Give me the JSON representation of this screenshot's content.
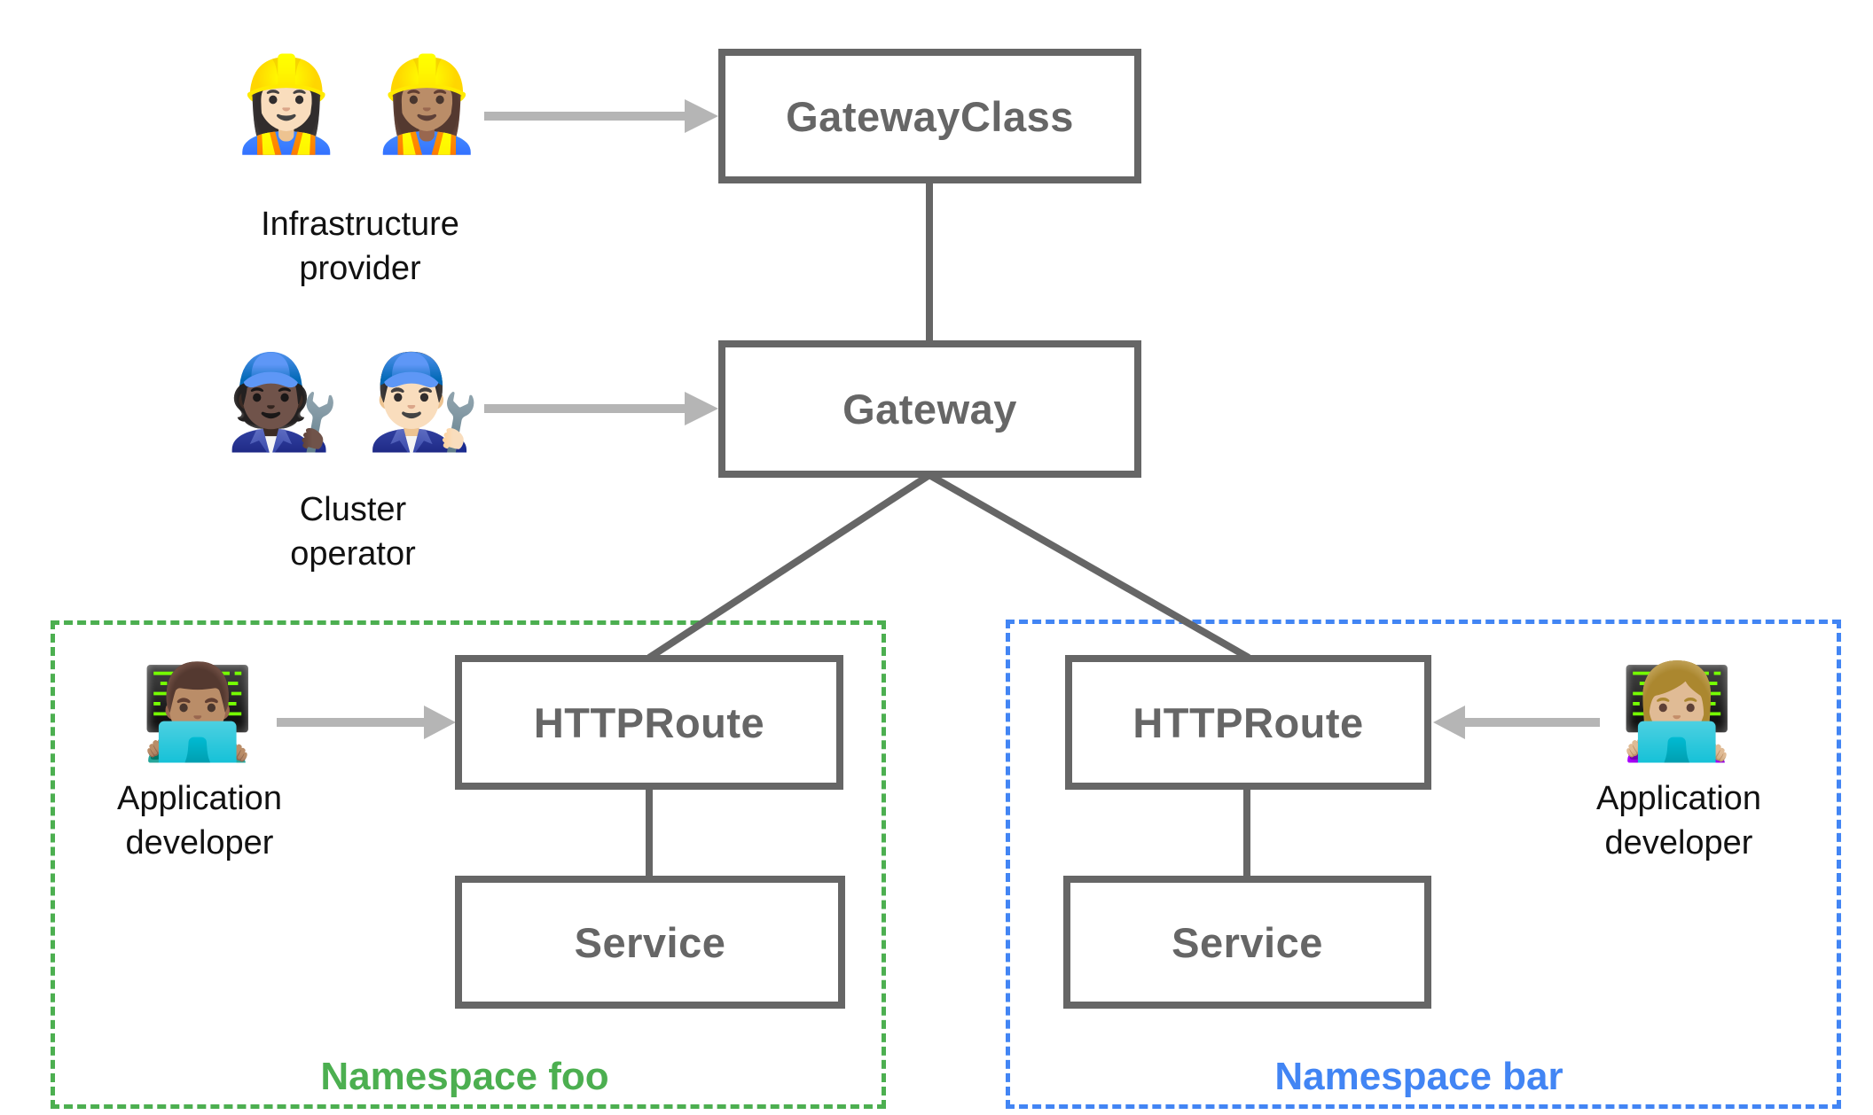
{
  "diagram": {
    "nodes": {
      "gateway_class": {
        "label": "GatewayClass"
      },
      "gateway": {
        "label": "Gateway"
      },
      "httproute_foo": {
        "label": "HTTPRoute"
      },
      "service_foo": {
        "label": "Service"
      },
      "httproute_bar": {
        "label": "HTTPRoute"
      },
      "service_bar": {
        "label": "Service"
      }
    },
    "namespaces": {
      "foo": {
        "label": "Namespace foo"
      },
      "bar": {
        "label": "Namespace bar"
      }
    },
    "personas": {
      "infrastructure_provider": {
        "icon": "👷🏻‍♀️ 👷🏽‍♀️",
        "label": "Infrastructure\nprovider"
      },
      "cluster_operator": {
        "icon": "🧑🏿‍🔧 👨🏻‍🔧",
        "label": "Cluster\noperator"
      },
      "application_developer_foo": {
        "icon": "👨🏽‍💻",
        "label": "Application\ndeveloper"
      },
      "application_developer_bar": {
        "icon": "👩🏼‍💻",
        "label": "Application\ndeveloper"
      }
    },
    "colors": {
      "node_border": "#666666",
      "node_text": "#666666",
      "connector": "#666666",
      "arrow": "#b5b5b5",
      "namespace_foo": "#4CAF50",
      "namespace_bar": "#4285F4",
      "persona_text": "#111111",
      "background": "#ffffff"
    }
  }
}
